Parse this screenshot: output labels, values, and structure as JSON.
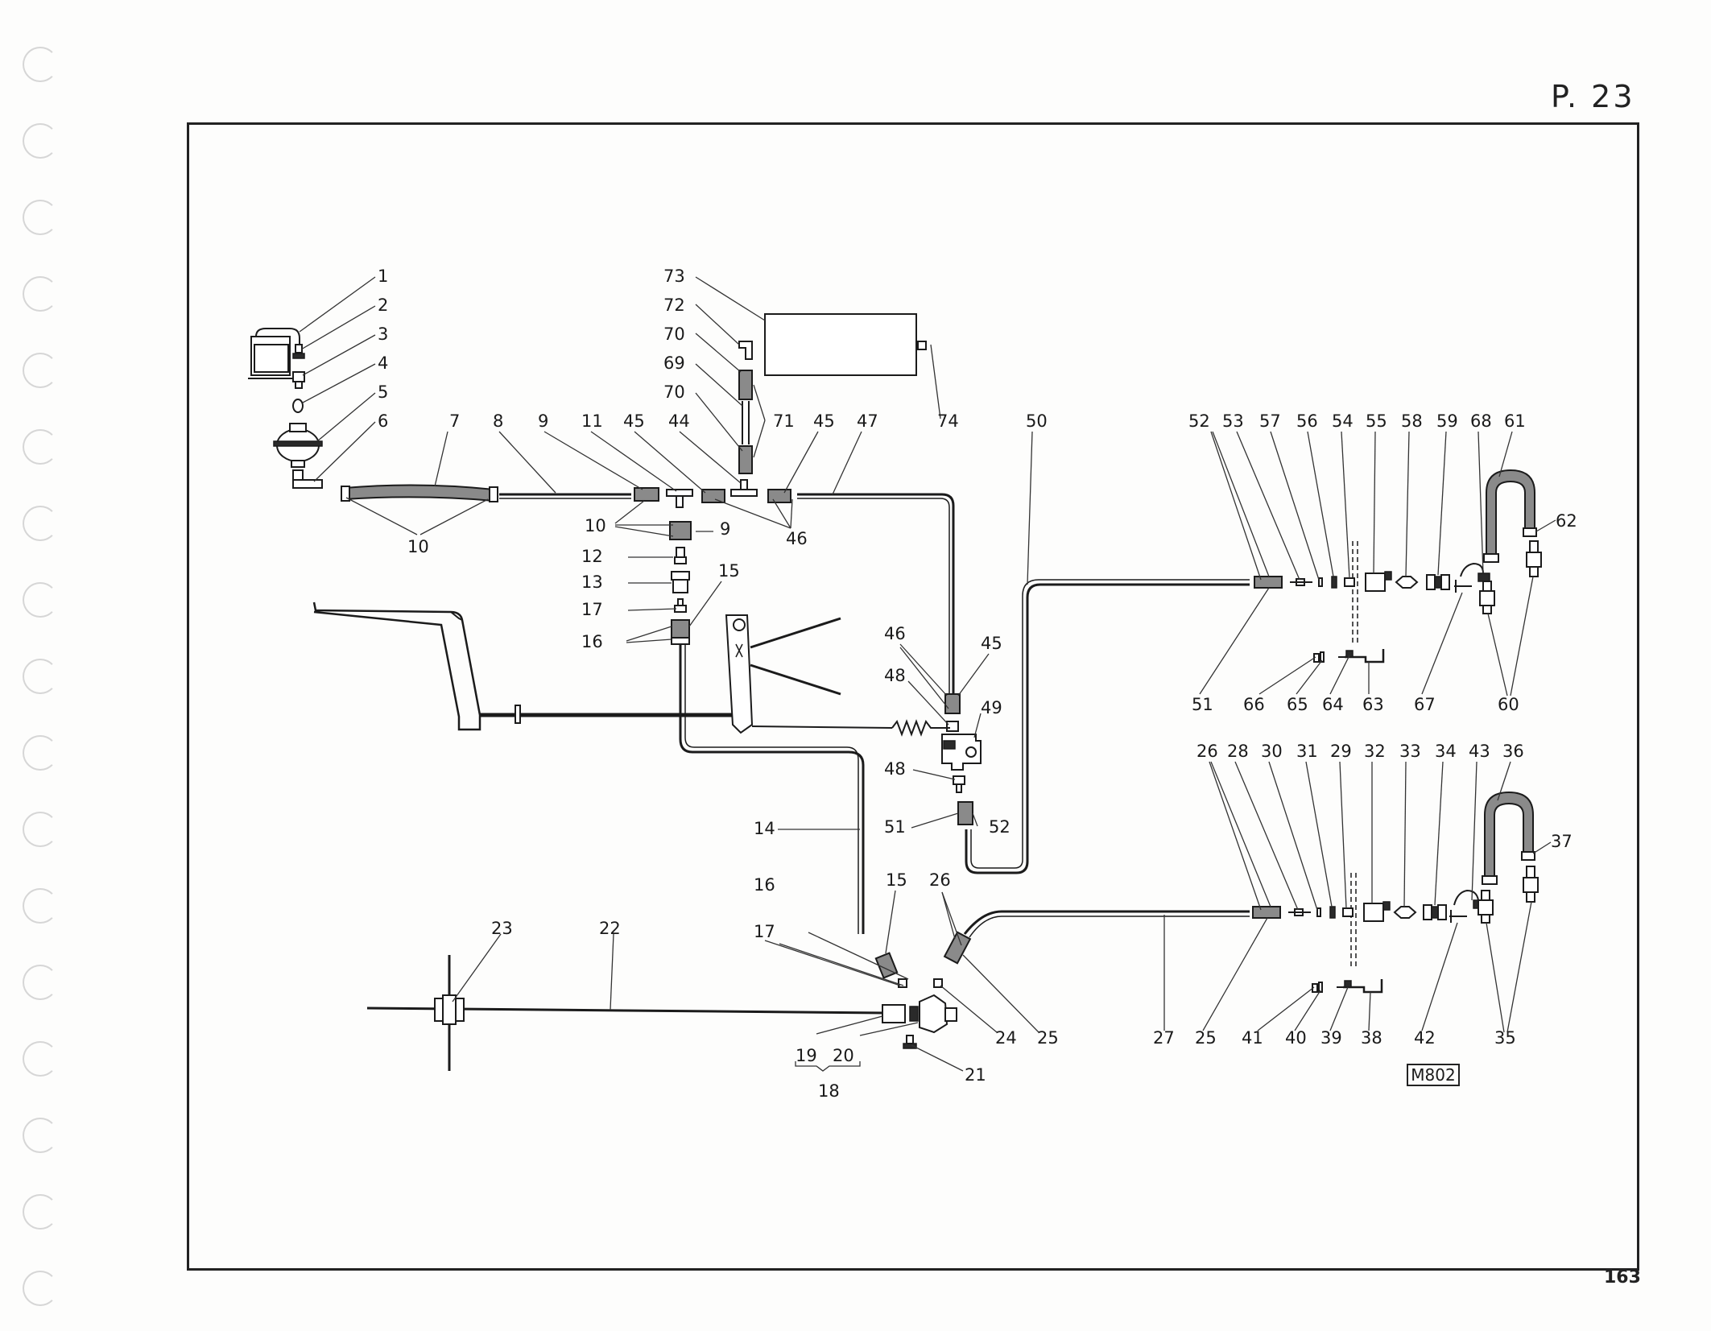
{
  "page": {
    "reference": "P. 23",
    "folio": "163",
    "drawing_code": "M802"
  },
  "callouts": {
    "c1": "1",
    "c2": "2",
    "c3": "3",
    "c4": "4",
    "c5": "5",
    "c6": "6",
    "c7": "7",
    "c8": "8",
    "c9a": "9",
    "c9b": "9",
    "c10a": "10",
    "c10b": "10",
    "c11": "11",
    "c12": "12",
    "c13": "13",
    "c14": "14",
    "c15a": "15",
    "c15b": "15",
    "c16a": "16",
    "c16b": "16",
    "c17a": "17",
    "c17b": "17",
    "c18": "18",
    "c19": "19",
    "c20": "20",
    "c21": "21",
    "c22": "22",
    "c23": "23",
    "c24": "24",
    "c25a": "25",
    "c25b": "25",
    "c26a": "26",
    "c26b": "26",
    "c27": "27",
    "c28": "28",
    "c29": "29",
    "c30": "30",
    "c31": "31",
    "c32": "32",
    "c33": "33",
    "c34": "34",
    "c35": "35",
    "c36": "36",
    "c37": "37",
    "c38": "38",
    "c39": "39",
    "c40": "40",
    "c41": "41",
    "c42": "42",
    "c43": "43",
    "c44": "44",
    "c45a": "45",
    "c45b": "45",
    "c45c": "45",
    "c46a": "46",
    "c46b": "46",
    "c47": "47",
    "c48a": "48",
    "c48b": "48",
    "c49": "49",
    "c50": "50",
    "c51a": "51",
    "c51b": "51",
    "c52a": "52",
    "c52b": "52",
    "c53": "53",
    "c54": "54",
    "c55": "55",
    "c56": "56",
    "c57": "57",
    "c58": "58",
    "c59": "59",
    "c60": "60",
    "c61": "61",
    "c62": "62",
    "c63": "63",
    "c64": "64",
    "c65": "65",
    "c66": "66",
    "c67": "67",
    "c68": "68",
    "c69": "69",
    "c70a": "70",
    "c70b": "70",
    "c71": "71",
    "c72": "72",
    "c73": "73",
    "c74": "74"
  }
}
